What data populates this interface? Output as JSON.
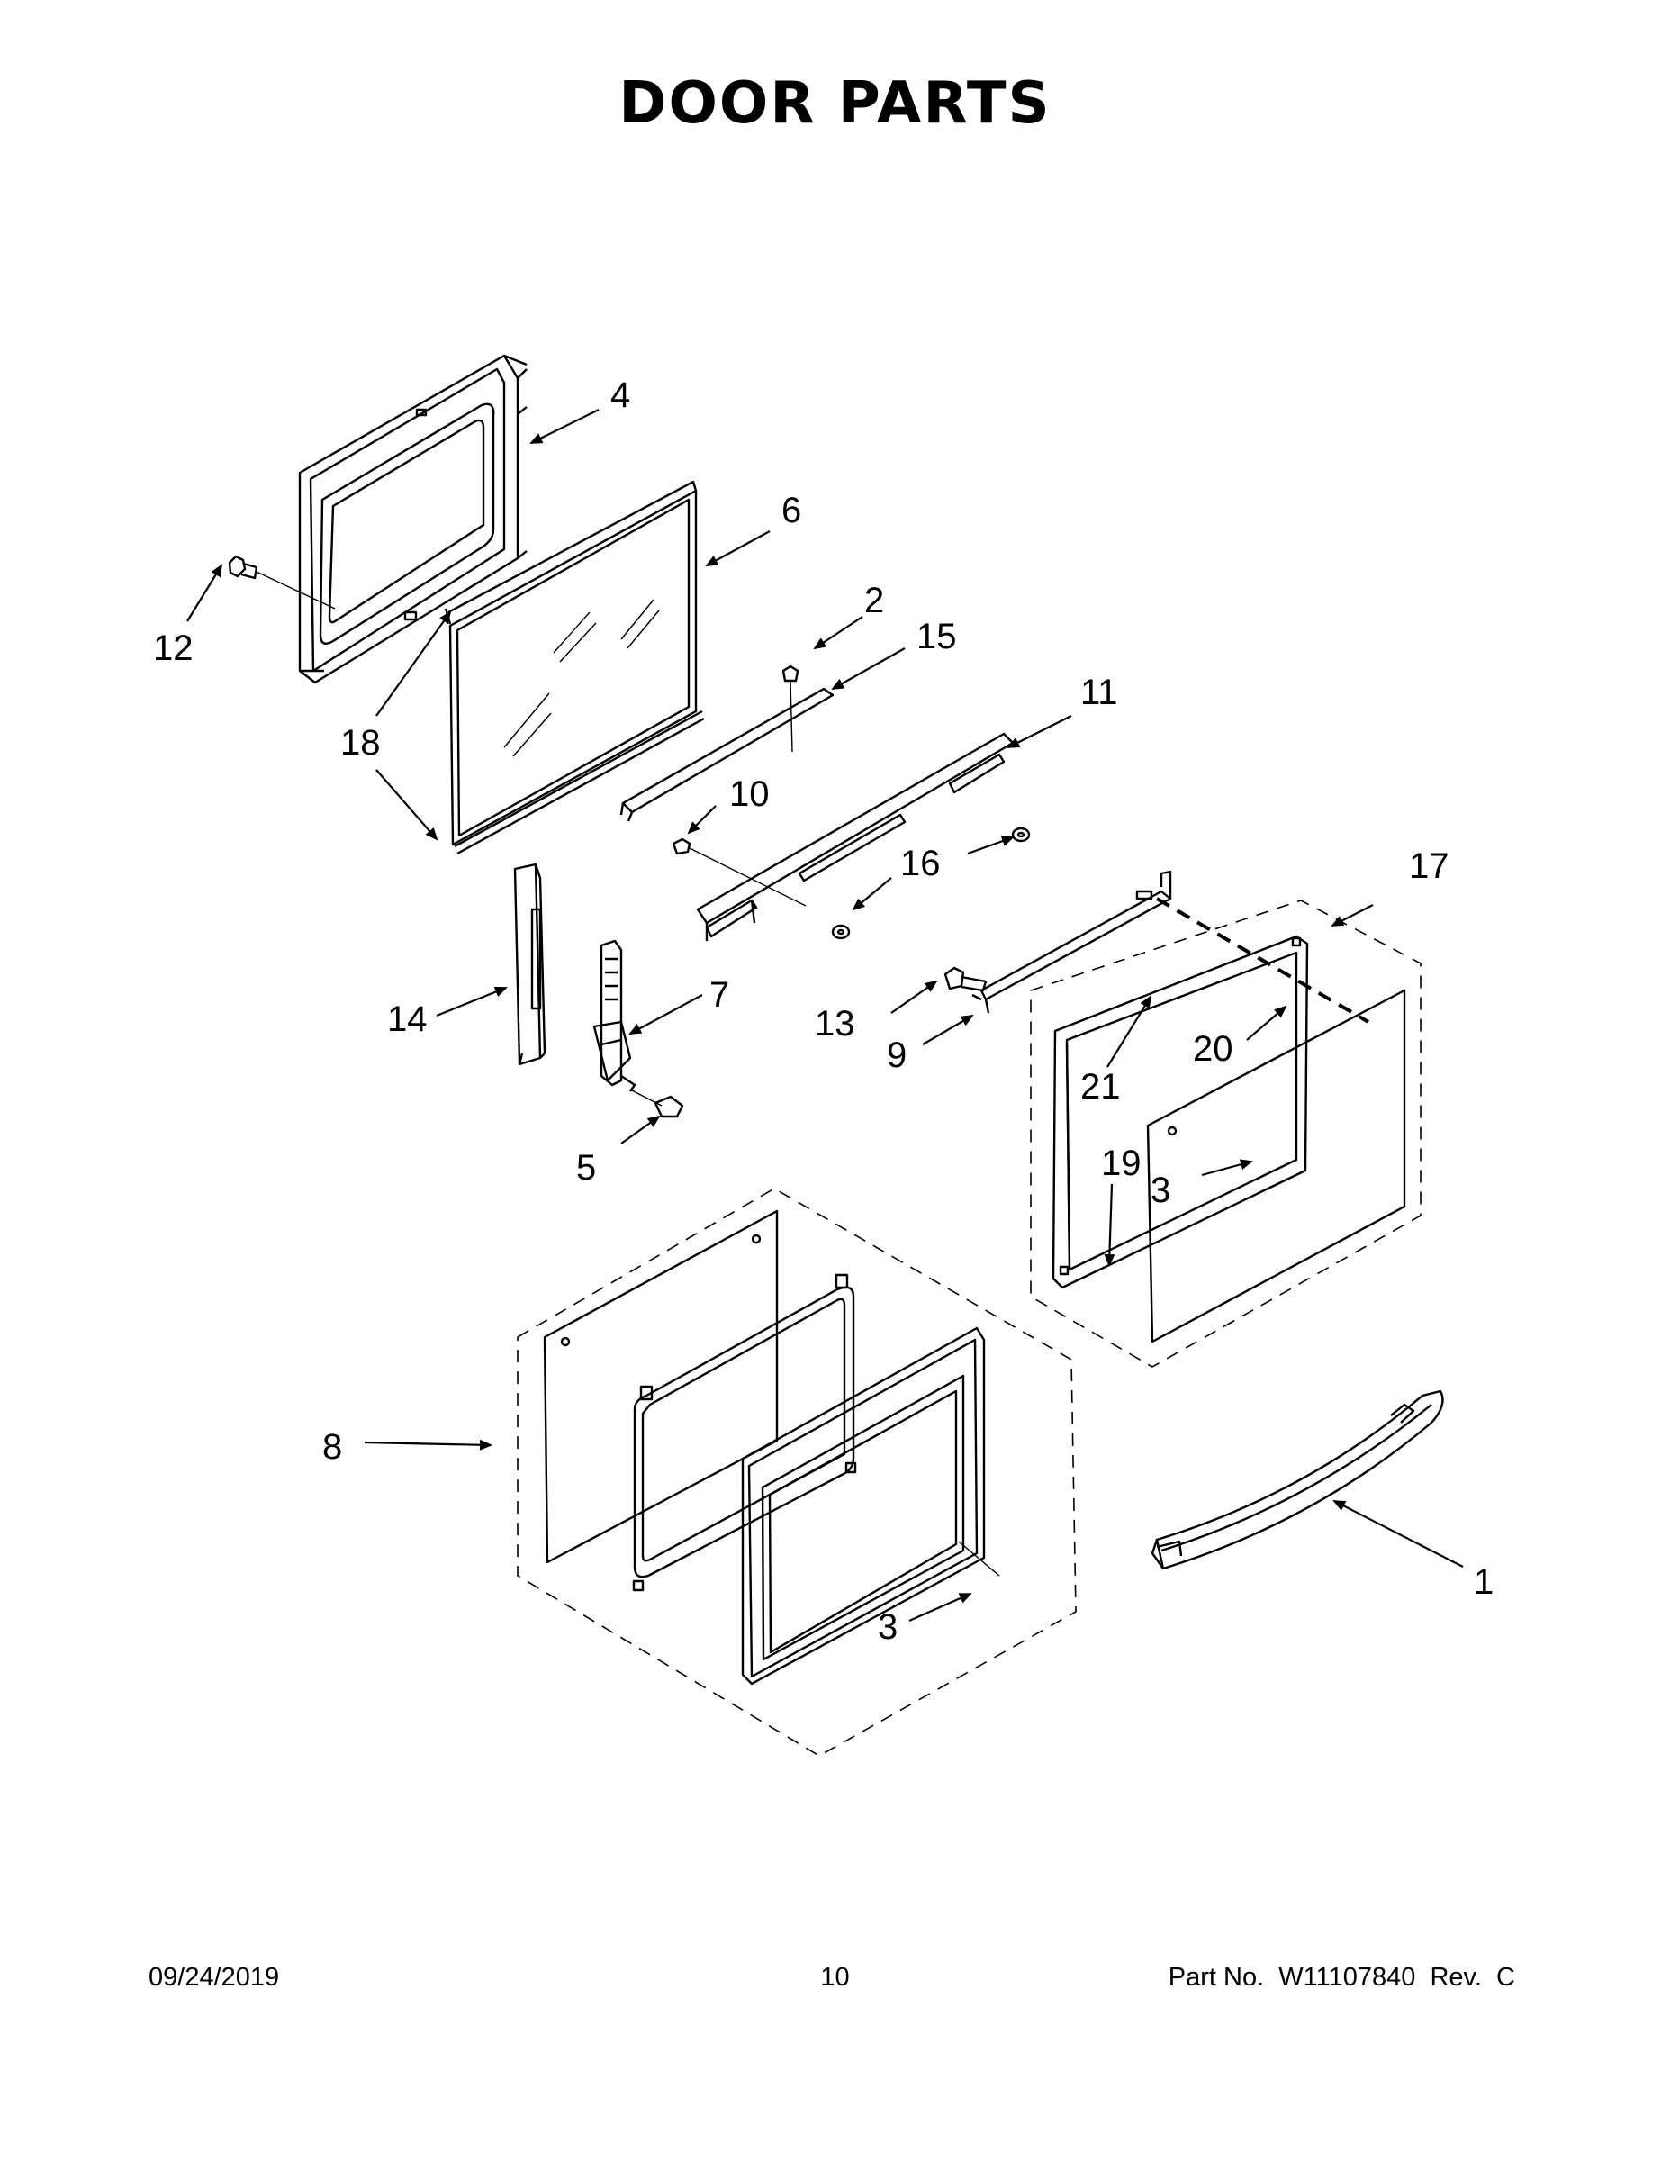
{
  "title": "DOOR PARTS",
  "callouts": {
    "c1": "1",
    "c2": "2",
    "c3a": "3",
    "c3b": "3",
    "c4": "4",
    "c5": "5",
    "c6": "6",
    "c7": "7",
    "c8": "8",
    "c9": "9",
    "c10": "10",
    "c11": "11",
    "c12": "12",
    "c13": "13",
    "c14": "14",
    "c15": "15",
    "c16": "16",
    "c17": "17",
    "c18": "18",
    "c19": "19",
    "c20": "20",
    "c21": "21"
  },
  "footer": {
    "date": "09/24/2019",
    "page": "10",
    "part": "Part No.  W11107840  Rev.  C"
  }
}
